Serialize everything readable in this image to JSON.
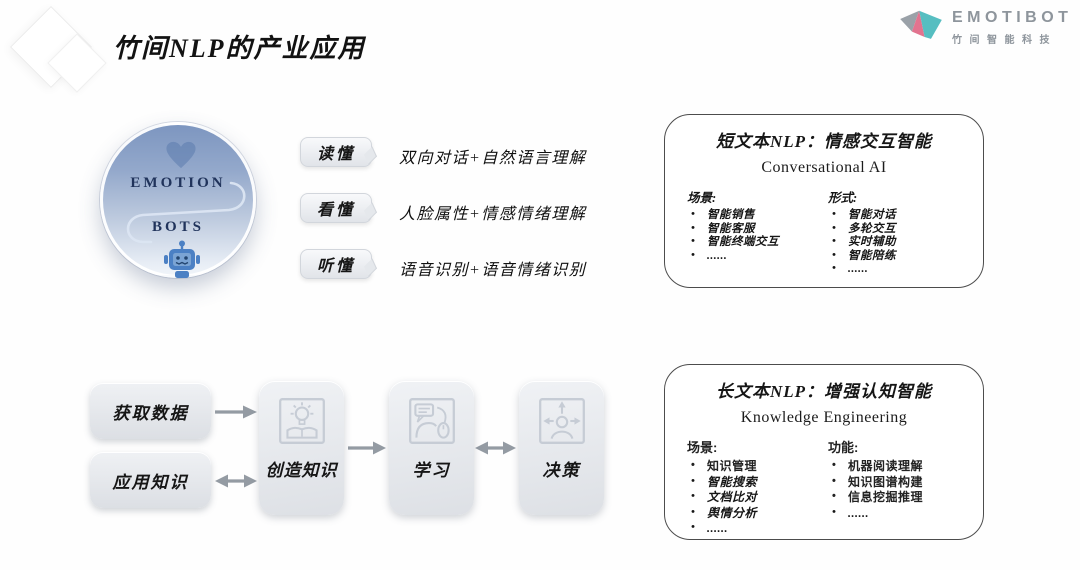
{
  "page": {
    "title": "竹间NLP的产业应用"
  },
  "logo": {
    "name": "EMOTIBOT",
    "subtitle": "竹间智能科技"
  },
  "emotion_circle": {
    "word_top": "EMOTION",
    "word_bottom": "BOTS"
  },
  "capabilities": [
    {
      "label": "读懂",
      "description": "双向对话+自然语言理解"
    },
    {
      "label": "看懂",
      "description": "人脸属性+情感情绪理解"
    },
    {
      "label": "听懂",
      "description": "语音识别+语音情绪识别"
    }
  ],
  "short_text_box": {
    "title": "短文本NLP：情感交互智能",
    "subtitle": "Conversational AI",
    "columns": [
      {
        "header": "场景:",
        "items": [
          "智能销售",
          "智能客服",
          "智能终端交互",
          "......"
        ]
      },
      {
        "header": "形式:",
        "items": [
          "智能对话",
          "多轮交互",
          "实时辅助",
          "智能陪练",
          "......"
        ]
      }
    ]
  },
  "long_text_box": {
    "title": "长文本NLP：增强认知智能",
    "subtitle": "Knowledge Engineering",
    "columns": [
      {
        "header": "场景:",
        "items": [
          "知识管理",
          "智能搜索",
          "文档比对",
          "舆情分析",
          "......"
        ]
      },
      {
        "header": "功能:",
        "items": [
          "机器阅读理解",
          "知识图谱构建",
          "信息挖掘推理",
          "......"
        ]
      }
    ]
  },
  "flow": {
    "inputs": [
      {
        "label": "获取数据"
      },
      {
        "label": "应用知识"
      }
    ],
    "stages": [
      {
        "label": "创造知识",
        "icon": "book-lightbulb-icon"
      },
      {
        "label": "学习",
        "icon": "learning-icon"
      },
      {
        "label": "决策",
        "icon": "decision-icon"
      }
    ]
  },
  "colors": {
    "robot_blue": "#4b80c4",
    "logo_teal": "#56bec1",
    "logo_pink": "#e2738f",
    "logo_gray": "#9aa1a8",
    "arrow_gray": "#949ba3",
    "circle_top": "#7d96c0",
    "circle_bottom": "#f0f4f9"
  }
}
